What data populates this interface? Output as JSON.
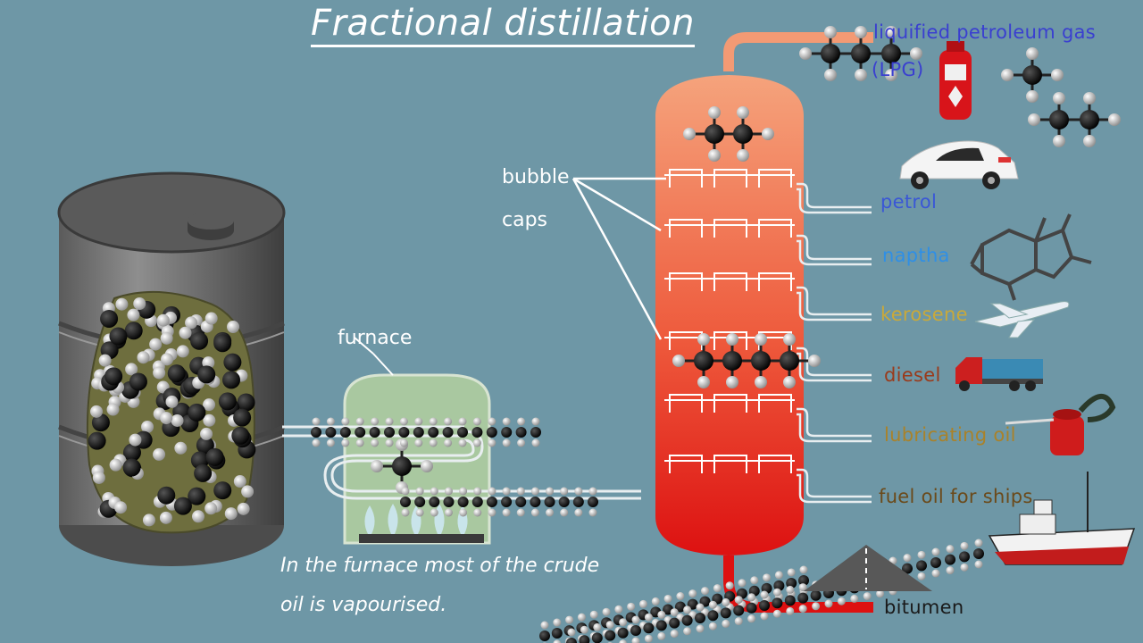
{
  "title": "Fractional distillation",
  "labels": {
    "bubble_caps_line1": "bubble",
    "bubble_caps_line2": "caps",
    "furnace": "furnace",
    "caption": "In the furnace most of the crude oil is vapourised."
  },
  "products": [
    {
      "id": "lpg",
      "line1": "liquified petroleum gas",
      "line2": "(LPG)",
      "color": "#3a3fd0"
    },
    {
      "id": "petrol",
      "label": "petrol",
      "color": "#3a57d6"
    },
    {
      "id": "naptha",
      "label": "naptha",
      "color": "#2f8fe6"
    },
    {
      "id": "kerosene",
      "label": "kerosene",
      "color": "#c9a93a"
    },
    {
      "id": "diesel",
      "label": "diesel",
      "color": "#9a3a1a"
    },
    {
      "id": "lubricating_oil",
      "label": "lubricating oil",
      "color": "#a9822a"
    },
    {
      "id": "fuel_oil",
      "label": "fuel oil for ships",
      "color": "#6b4a1a"
    },
    {
      "id": "bitumen",
      "label": "bitumen",
      "color": "#1a1a1a"
    }
  ],
  "icons": [
    "oil-drum-icon",
    "furnace-icon",
    "gas-cylinder-icon",
    "car-icon",
    "airplane-icon",
    "truck-icon",
    "oil-can-icon",
    "ship-icon",
    "road-icon"
  ],
  "colors": {
    "background": "#6e97a6",
    "column_top": "#f5a37c",
    "column_bottom": "#dd1111",
    "furnace": "#a9c8a0"
  }
}
